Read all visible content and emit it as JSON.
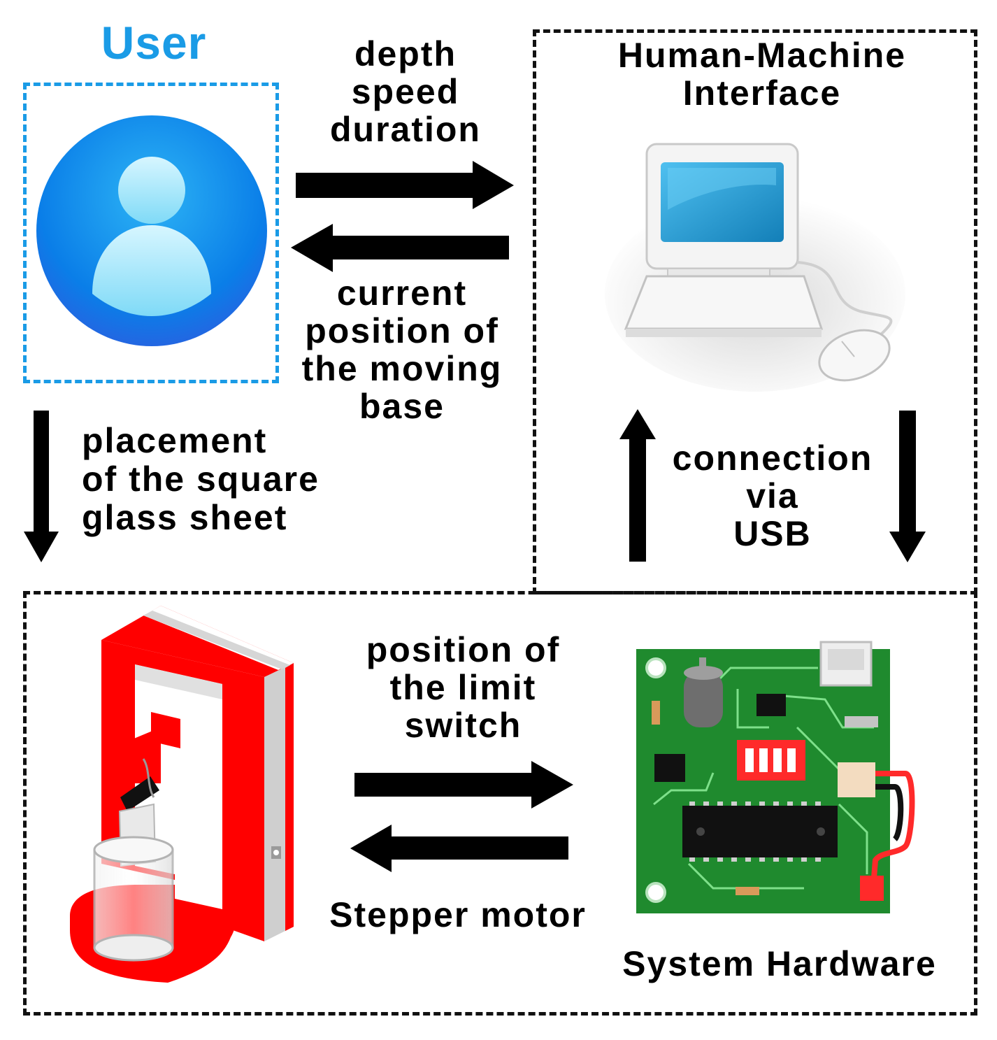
{
  "user": {
    "title": "User",
    "color": "#1a9be6"
  },
  "hmi": {
    "title_lines": [
      "Human-Machine",
      "Interface"
    ]
  },
  "arrow_user_to_hmi": {
    "lines": [
      "depth",
      "speed",
      "duration"
    ]
  },
  "arrow_hmi_to_user": {
    "lines": [
      "current",
      "position of",
      "the moving",
      "base"
    ]
  },
  "arrow_user_down": {
    "lines": [
      "placement",
      "of the square",
      "glass sheet"
    ]
  },
  "usb_link": {
    "lines": [
      "connection",
      "via",
      "USB"
    ]
  },
  "arrow_device_to_hw": {
    "lines": [
      "position of",
      "the limit",
      "switch"
    ]
  },
  "arrow_hw_to_device": {
    "label": "Stepper motor"
  },
  "hardware": {
    "title": "System Hardware"
  },
  "icons": [
    "user-avatar-icon",
    "computer-icon",
    "immersion-device-icon",
    "circuit-board-icon"
  ],
  "colors": {
    "border": "#111111",
    "user_border": "#1a9be6",
    "device_red": "#ff0000",
    "pcb_green": "#1f8a2e",
    "screen_blue": "#1e8fc9"
  }
}
